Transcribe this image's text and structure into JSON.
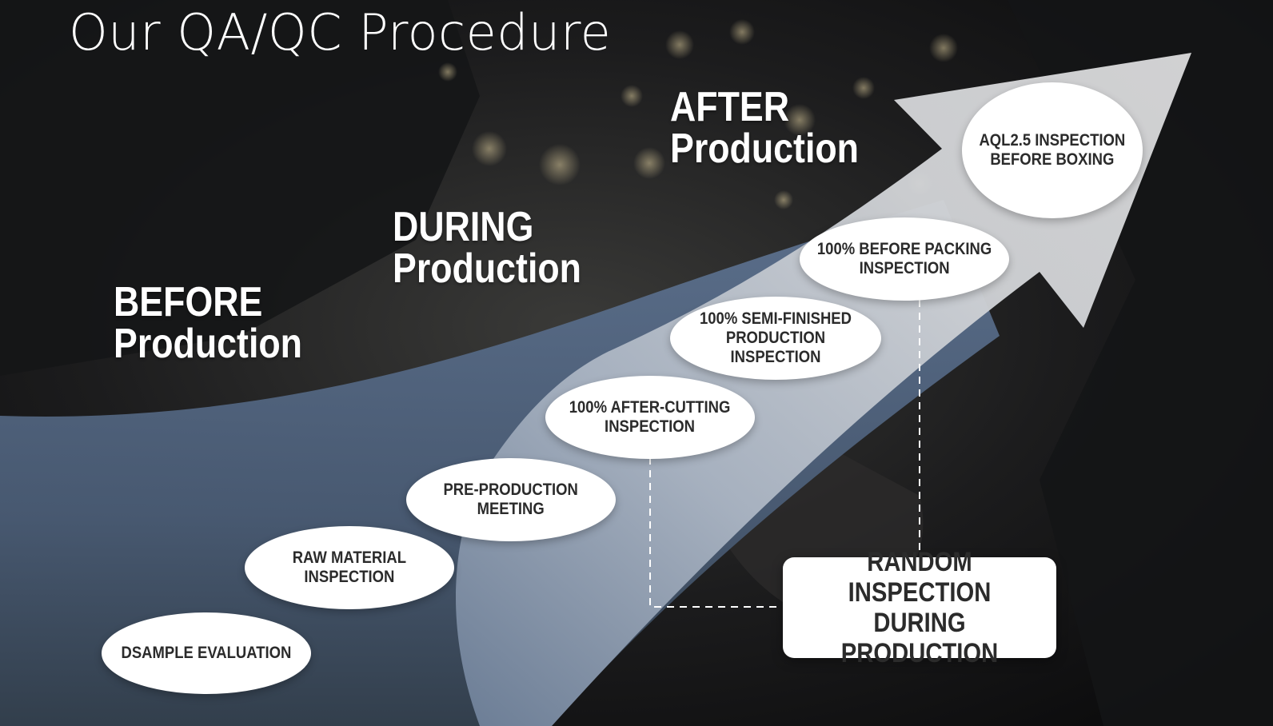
{
  "title": "Our QA/QC Procedure",
  "phases": [
    {
      "word": "BEFORE",
      "rest": "Production"
    },
    {
      "word": "DURING",
      "rest": "Production"
    },
    {
      "word": "AFTER",
      "rest": "Production"
    }
  ],
  "steps": [
    {
      "label": "DSAMPLE EVALUATION"
    },
    {
      "label": "RAW MATERIAL\nINSPECTION"
    },
    {
      "label": "PRE-PRODUCTION\nMEETING"
    },
    {
      "label": "100% AFTER-CUTTING\nINSPECTION"
    },
    {
      "label": "100% SEMI-FINISHED\nPRODUCTION INSPECTION"
    },
    {
      "label": "100% BEFORE PACKING\nINSPECTION"
    },
    {
      "label": "AQL2.5 INSPECTION\nBEFORE BOXING"
    }
  ],
  "random_inspection": "RANDOM INSPECTION\nDURING PRODUCTION",
  "colors": {
    "background": "#0f1012",
    "arrow_light": "#d7d8da",
    "arrow_blue": "#5b6f8a",
    "ellipse": "#ffffff",
    "ellipse_text": "#2b2b2b",
    "phase_text": "#ffffff"
  }
}
